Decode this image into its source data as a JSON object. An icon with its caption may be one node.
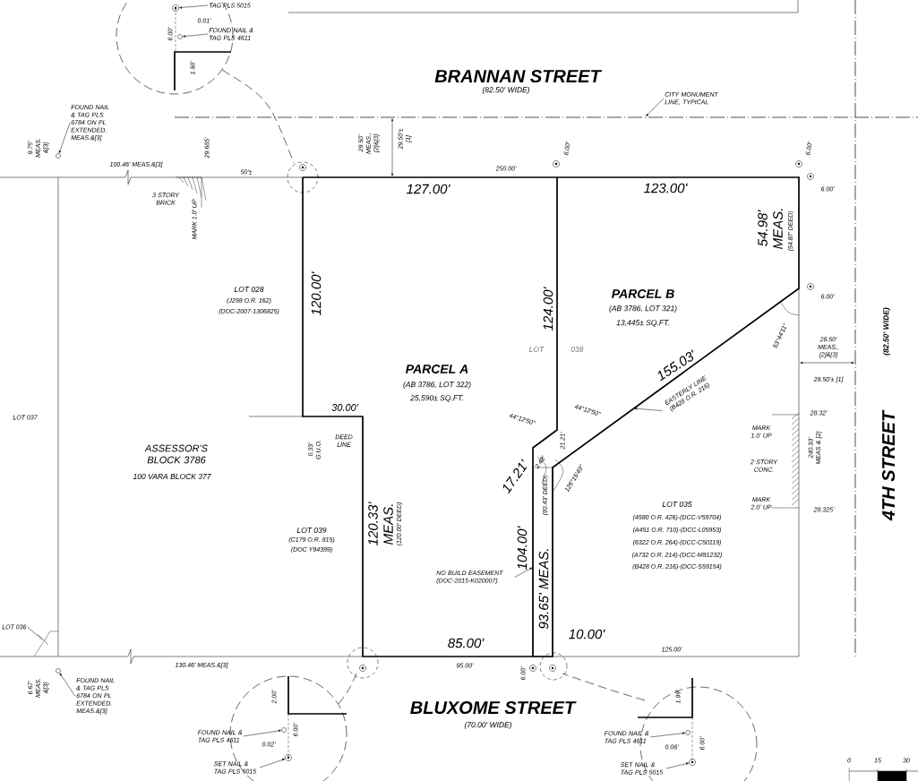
{
  "diagram": {
    "nodes": [
      {
        "text": [
          "TAG PLS 5015"
        ]
      },
      {
        "text": [
          "FOUND NAIL & TAG PLS 4611"
        ]
      },
      {
        "text": [
          "CITY MONUMENT LINE, TYPICAL"
        ]
      },
      {
        "text": [
          "FOUND NAIL & TAG PLS 6784 ON PL EXTENDED. MEAS.&[3]"
        ]
      },
      {
        "text": [
          "EASTERLY LINE (B428 O.R. 216)"
        ]
      },
      {
        "text": [
          "NO BUILD EASEMENT (DOC-2015-K020007)"
        ]
      },
      {
        "text": [
          "FOUND NAIL & TAG PLS 6784 ON PL EXTENDED. MEAS.&[3]"
        ]
      },
      {
        "text": [
          "FOUND NAIL & TAG PLS 4611"
        ]
      },
      {
        "text": [
          "SET NAIL & TAG PLS 5015"
        ]
      },
      {
        "text": [
          "FOUND NAIL & TAG PLS 4611"
        ]
      },
      {
        "text": [
          "SET NAIL & TAG PLS 5015"
        ]
      },
      {
        "text": [
          "LOT 036"
        ]
      },
      {
        "text": [],
        "shape": "circle"
      },
      {
        "text": [],
        "shape": "circle"
      },
      {
        "text": [],
        "shape": "circle"
      },
      {
        "text": [],
        "shape": "circle"
      },
      {
        "text": [],
        "shape": "circle"
      },
      {
        "text": [],
        "shape": "circle"
      },
      {
        "text": [],
        "shape": "circle"
      },
      {
        "text": [],
        "shape": "circle"
      },
      {
        "text": [],
        "shape": "box"
      }
    ],
    "edges": [
      {
        "from": 0,
        "to": 12,
        "arrow": "to"
      },
      {
        "from": 1,
        "to": 13,
        "arrow": "to"
      },
      {
        "from": 2,
        "to": null,
        "arrow": "to"
      },
      {
        "from": 3,
        "to": 14,
        "arrow": "to"
      },
      {
        "from": 4,
        "to": null,
        "arrow": "to"
      },
      {
        "from": 5,
        "to": 20,
        "arrow": "to"
      },
      {
        "from": 6,
        "to": 15,
        "arrow": "to"
      },
      {
        "from": 7,
        "to": 16,
        "arrow": "to"
      },
      {
        "from": 8,
        "to": 17,
        "arrow": "to"
      },
      {
        "from": 9,
        "to": 18,
        "arrow": "to"
      },
      {
        "from": 10,
        "to": 19,
        "arrow": "to"
      },
      {
        "from": 11,
        "to": null,
        "arrow": "none"
      }
    ],
    "labels": [
      "6.00'",
      "0.01'",
      "1.98'",
      "BRANNAN STREET",
      "(82.50' WIDE)",
      "9.75' MEAS. &[3]",
      "100.46' MEAS.&[3]",
      "29.685'",
      "50'±",
      "3 STORY BRICK",
      "MARK 1.0' UP",
      "29.50' MEAS., [2]&[3]",
      "29.50'± [1]",
      "250.00'",
      "6.00'",
      "6.00'",
      "127.00'",
      "123.00'",
      "6.00'",
      "54.98' MEAS.",
      "(54.87' DEED)",
      "LOT 028",
      "(J298 O.R. 162)",
      "(DOC-2007-1306825)",
      "120.00'",
      "6.00'",
      "PARCEL B",
      "(AB 3786, LOT 321)",
      "13,445± SQ.FT.",
      "124.00'",
      "LOT 038",
      "53°44'11\"",
      "28.50' MEAS., [2]&[3]",
      "28.50'± [1]",
      "(82.50' WIDE)",
      "4TH STREET",
      "155.03'",
      "PARCEL A",
      "(AB 3786, LOT 322)",
      "25,590± SQ.FT.",
      "LOT 037",
      "30.00'",
      "0.33' G.U.O.",
      "DEED LINE",
      "44°12'50\"",
      "44°12'50\"",
      "17.21'",
      "2.48'",
      "21.21'",
      "126°15'49\"",
      "28.32'",
      "MARK 1.0' UP",
      "2 STORY CONC.",
      "240.33' MEAS & [2]",
      "MARK 2.0' UP",
      "28.325'",
      "ASSESSOR'S BLOCK 3786",
      "100 VARA BLOCK 377",
      "LOT 035",
      "(4580 O.R. 426)-(DCC-V59704)",
      "(A451 O.R. 710)-(DCC-L05953)",
      "(6322 O.R. 264)-(DCC-C50119)",
      "(A732 O.R. 214)-(DCC-M81232)",
      "(B428 O.R. 216)-(DCC-S59154)",
      "LOT 039",
      "(C179 O.R. 815)",
      "(DOC Y94399)",
      "120.33' MEAS.",
      "(120.00' DEED)",
      "104.00'",
      "93.65' MEAS.",
      "(93.43' DEED)",
      "85.00'",
      "10.00'",
      "125.00'",
      "95.00'",
      "130.46' MEAS.&[3]",
      "6.00'",
      "6.67' MEAS. &[3]",
      "BLUXOME STREET",
      "(70.00' WIDE)",
      "2.00'",
      "0.02'",
      "6.00'",
      "1.99'",
      "0.06'",
      "6.00'",
      "0",
      "15",
      "30"
    ]
  }
}
